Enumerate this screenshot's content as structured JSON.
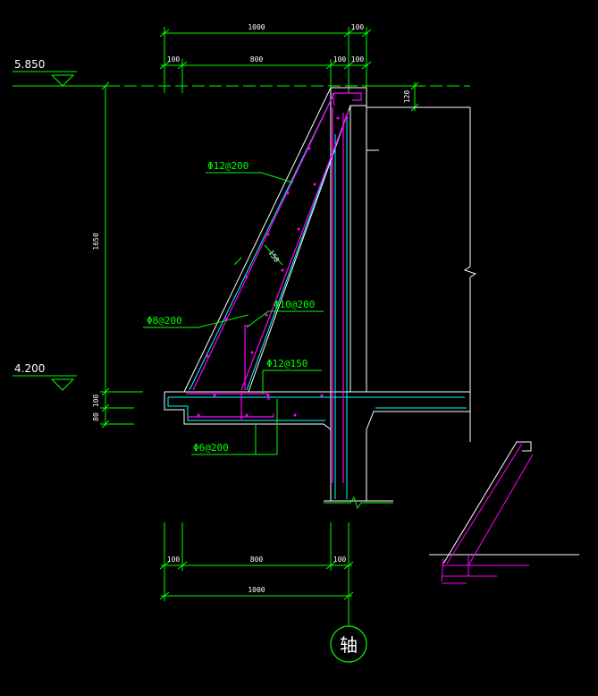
{
  "colors": {
    "background": "#000000",
    "dimension_line": "#00ff00",
    "dimension_text": "#ffffff",
    "concrete_outline": "#ffffff",
    "inner_outline": "#00ffff",
    "rebar": "#ff00ff",
    "label": "#00ff00"
  },
  "elevations": {
    "top": "5.850",
    "bottom": "4.200"
  },
  "dimensions": {
    "top_overall": "1000",
    "top_right": "100",
    "top_split": [
      "100",
      "800",
      "100",
      "100"
    ],
    "right_thickness": "120",
    "height": "1650",
    "slab_a": "100",
    "slab_b": "80",
    "slant_thickness": "150",
    "bottom_split": [
      "100",
      "800",
      "100"
    ],
    "bottom_overall": "1000"
  },
  "rebar_labels": {
    "top_slant": "Φ12@200",
    "inner_slant": "Φ10@200",
    "outer_slant": "Φ8@200",
    "slab_top": "Φ12@150",
    "slab_bottom": "Φ6@200"
  },
  "axis_label": "轴"
}
